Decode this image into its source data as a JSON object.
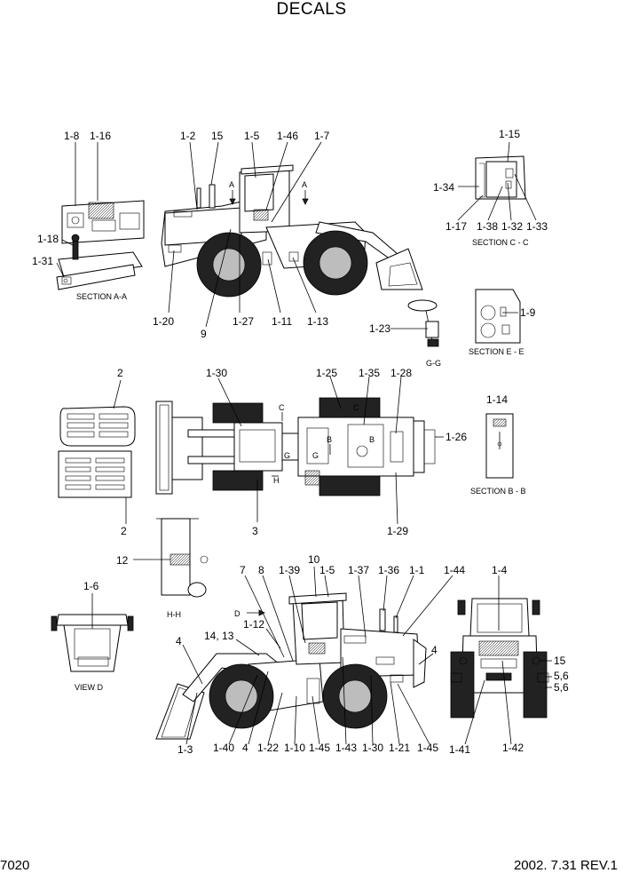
{
  "title": "DECALS",
  "footer": {
    "page_number": "7020",
    "revision": "2002. 7.31  REV.1"
  },
  "sections": {
    "a": "SECTION A-A",
    "c": "SECTION C - C",
    "e": "SECTION E - E",
    "gg": "G-G",
    "b": "SECTION B - B",
    "hh": "H-H",
    "view_d": "VIEW D"
  },
  "view_markers": {
    "a": "A",
    "c": "C",
    "b": "B",
    "g": "G",
    "h": "H",
    "d": "D"
  },
  "callouts": {
    "top_left": [
      "1-8",
      "1-16",
      "1-18",
      "1-31"
    ],
    "side_top": [
      "1-2",
      "15",
      "1-5",
      "1-46",
      "1-7",
      "1-20",
      "9",
      "1-27",
      "1-11",
      "1-13"
    ],
    "section_c": [
      "1-15",
      "1-34",
      "1-17",
      "1-38",
      "1-32",
      "1-33"
    ],
    "section_e": [
      "1-9",
      "1-23"
    ],
    "plan": [
      "2",
      "1-30",
      "1-25",
      "1-35",
      "1-28",
      "1-26",
      "2",
      "3",
      "1-29",
      "1-14",
      "12"
    ],
    "view_d": [
      "1-6"
    ],
    "side_bottom": [
      "7",
      "8",
      "1-39",
      "10",
      "1-5",
      "1-37",
      "1-36",
      "1-1",
      "1-44",
      "1-12",
      "14, 13",
      "4",
      "4",
      "1-3",
      "1-40",
      "4",
      "1-22",
      "1-10",
      "1-45",
      "1-43",
      "1-30",
      "1-21",
      "1-45"
    ],
    "rear": [
      "1-4",
      "15",
      "5,6",
      "5,6",
      "1-41",
      "1-42"
    ]
  }
}
